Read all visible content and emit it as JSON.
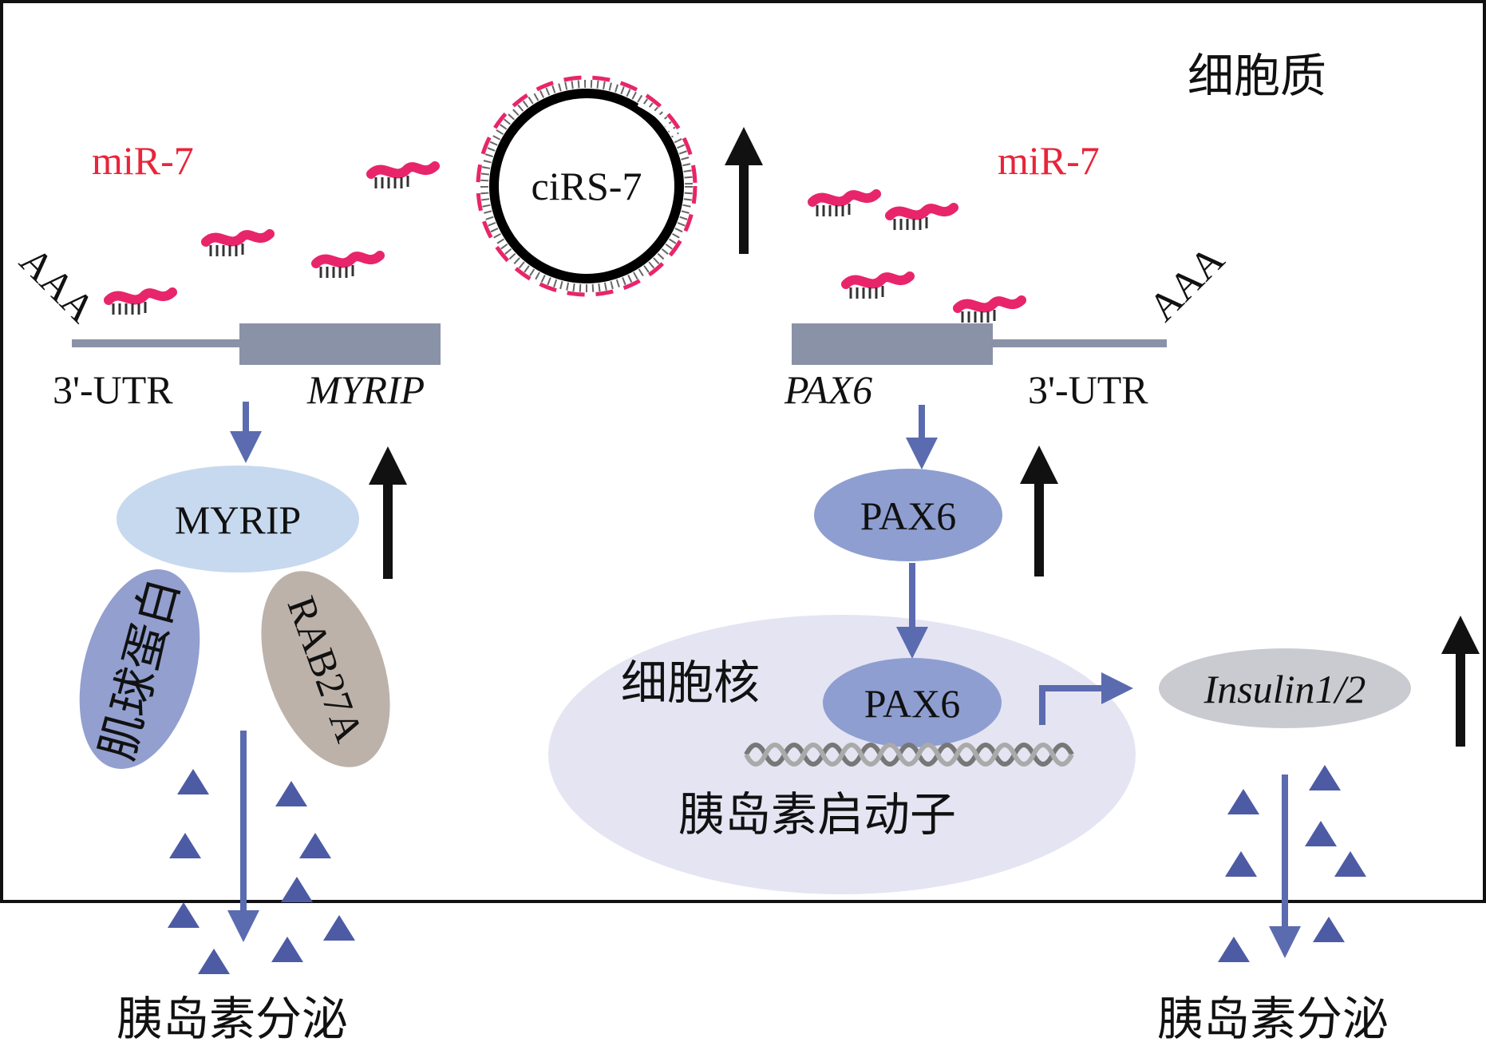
{
  "cytoplasm_label": "细胞质",
  "nucleus_label": "细胞核",
  "circ_rna": "ciRS-7",
  "left": {
    "mirna_label": "miR-7",
    "poly_a": "AAA",
    "utr_label": "3'-UTR",
    "gene_label": "MYRIP",
    "protein_label": "MYRIP",
    "partner1_label": "肌球蛋白",
    "partner2_label": "RAB27A",
    "secretion_label": "胰岛素分泌"
  },
  "right": {
    "mirna_label": "miR-7",
    "poly_a": "AAA",
    "utr_label": "3'-UTR",
    "gene_label": "PAX6",
    "protein_label": "PAX6",
    "nuclear_protein_label": "PAX6",
    "promoter_label": "胰岛素启动子",
    "target_gene_label": "Insulin1/2",
    "secretion_label": "胰岛素分泌"
  },
  "colors": {
    "mirna": "#e8256a",
    "arrow_blue": "#5b6bb0",
    "arrow_black": "#111111",
    "mrna_gray": "#8a92a8",
    "granule": "#4d5ba5"
  }
}
